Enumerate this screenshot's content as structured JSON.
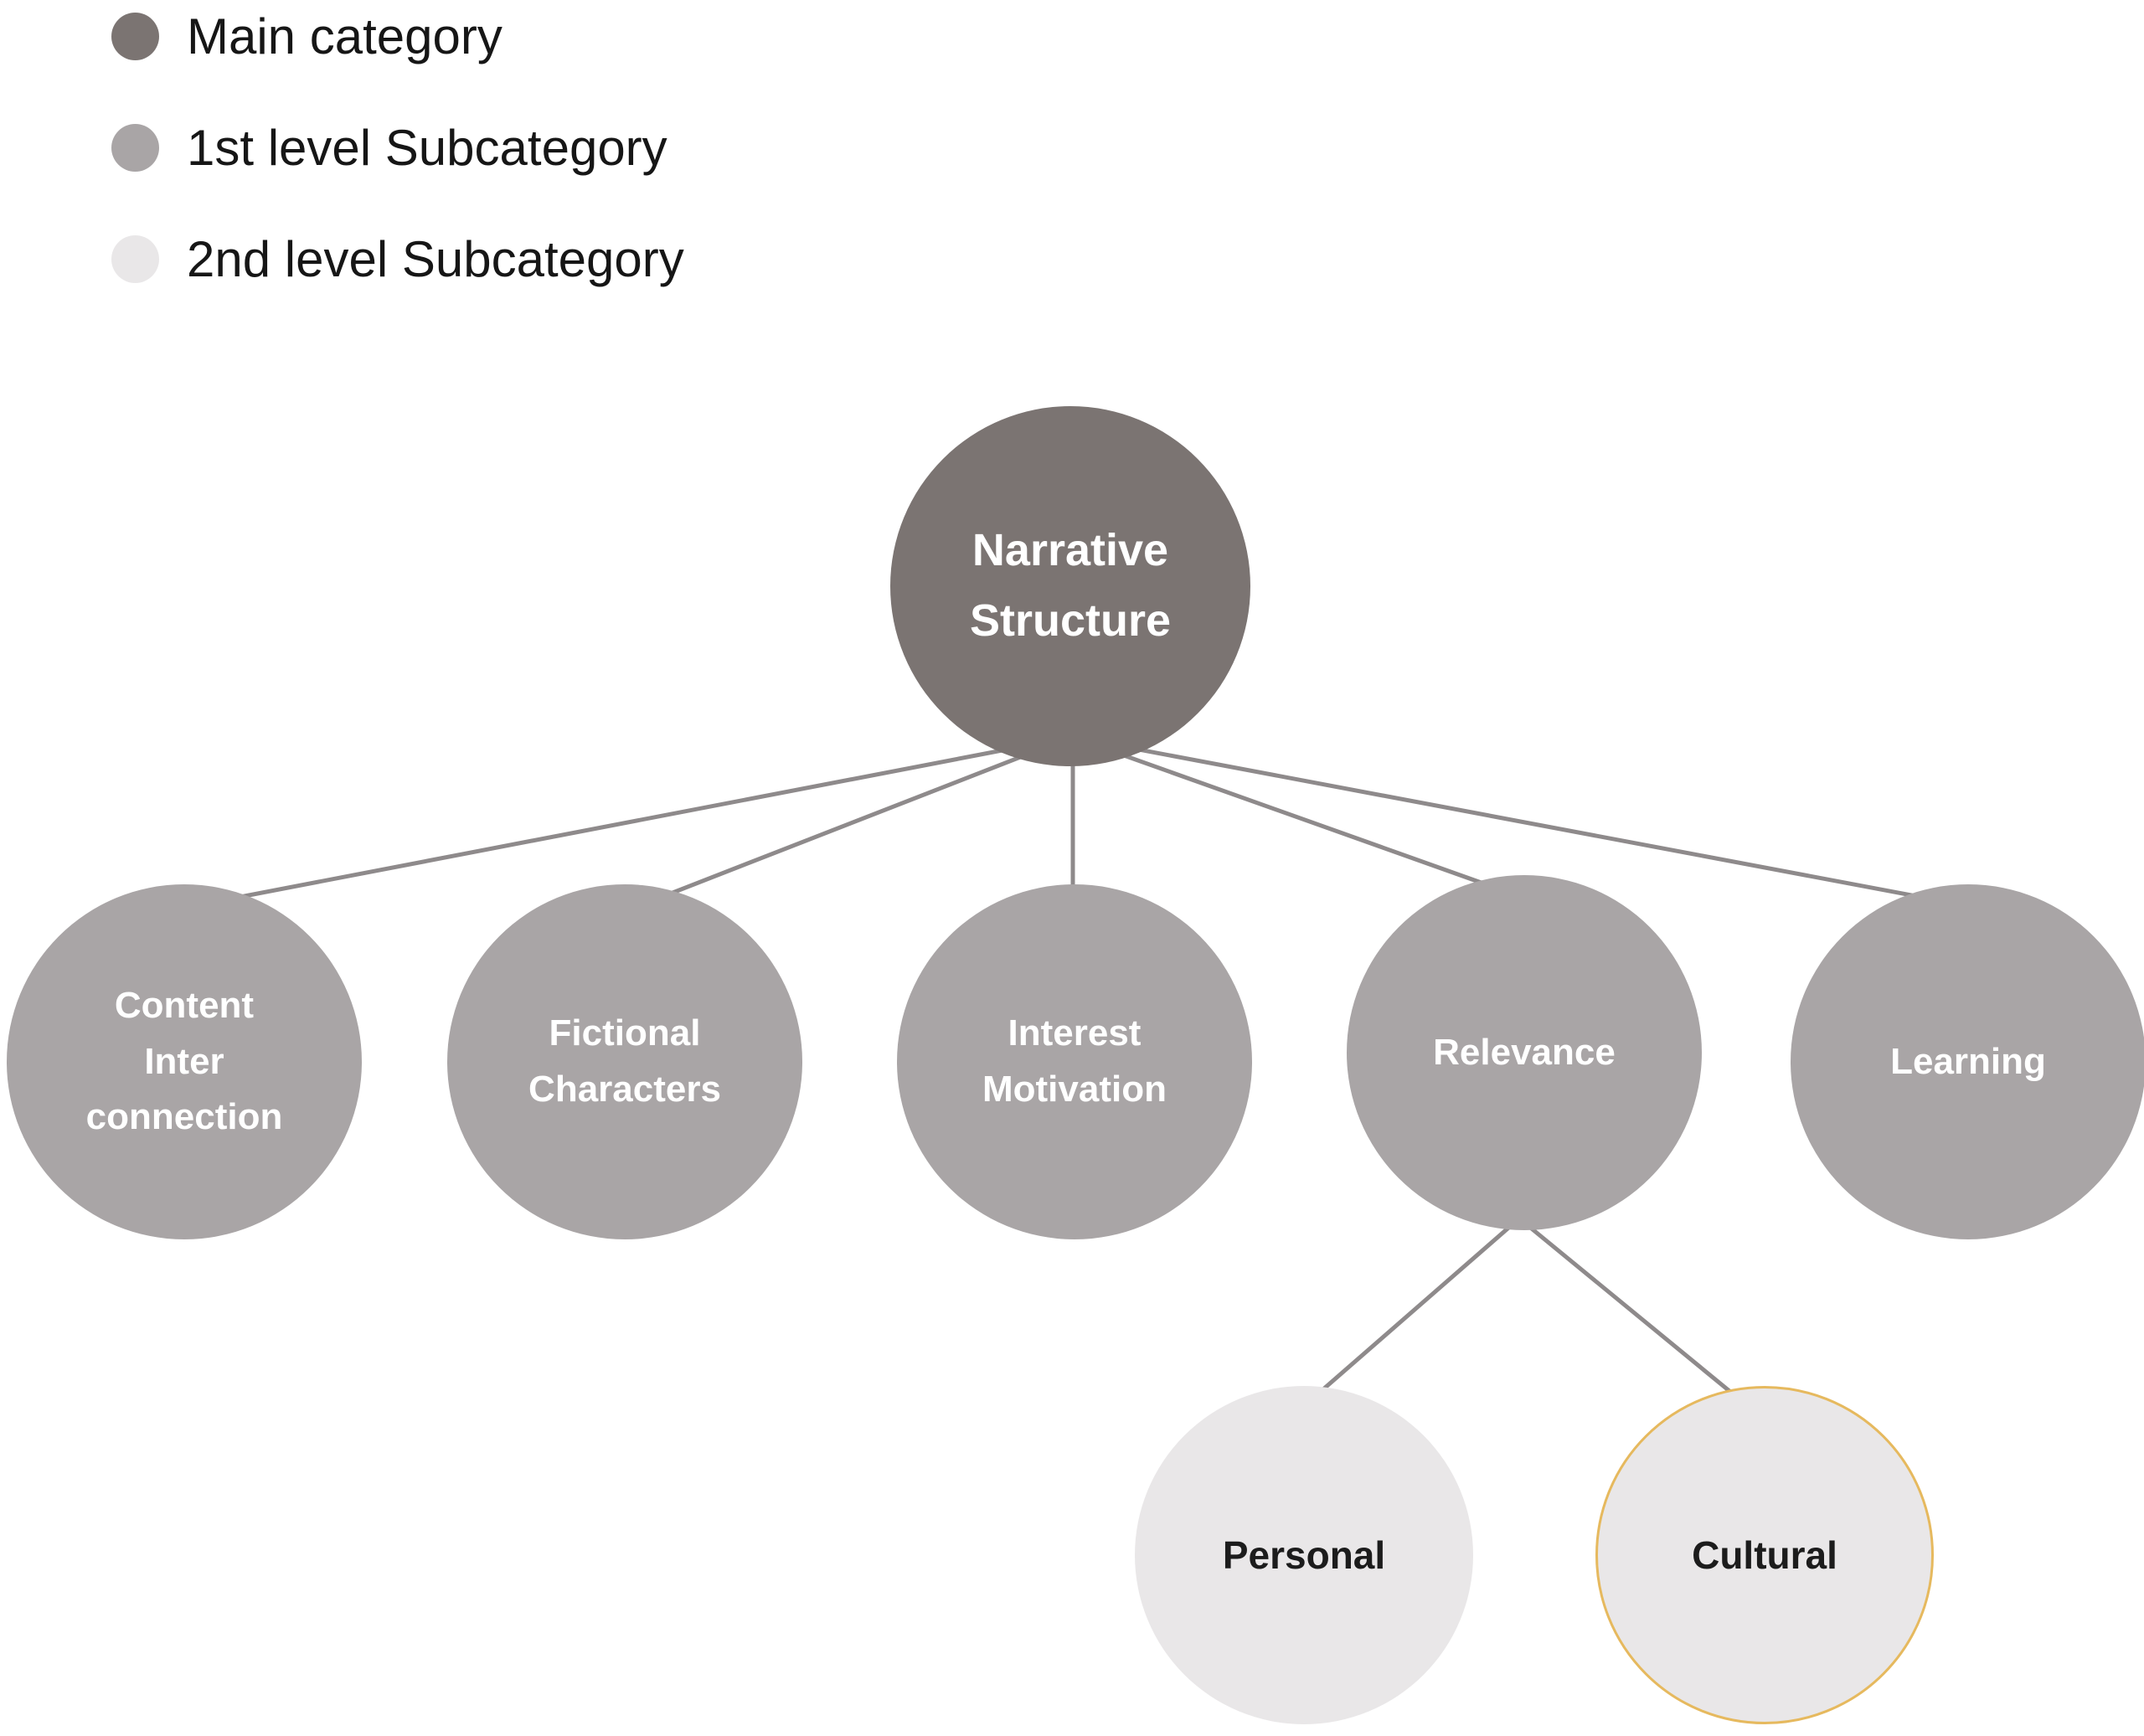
{
  "figure": {
    "type": "category-tree-diagram",
    "background": "#ffffff"
  },
  "legend": {
    "items": [
      {
        "label": "Main category",
        "level": "main"
      },
      {
        "label": "1st level Subcategory",
        "level": "sub1"
      },
      {
        "label": "2nd level Subcategory",
        "level": "sub2"
      }
    ]
  },
  "nodes": {
    "root": {
      "label": "Narrative\nStructure",
      "level": "main"
    },
    "children": [
      {
        "label": "Content\nInter\nconnection",
        "level": "sub1"
      },
      {
        "label": "Fictional\nCharacters",
        "level": "sub1"
      },
      {
        "label": "Interest\nMotivation",
        "level": "sub1"
      },
      {
        "label": "Relevance",
        "level": "sub1"
      },
      {
        "label": "Learning",
        "level": "sub1"
      }
    ],
    "grandchildren": [
      {
        "label": "Personal",
        "level": "sub2",
        "outlined": false
      },
      {
        "label": "Cultural",
        "level": "sub2",
        "outlined": true
      }
    ]
  },
  "colors": {
    "main_category": "#7b7472",
    "sub1_category": "#a9a5a6",
    "sub2_category": "#e9e7e8",
    "connector": "#8e8a8b",
    "cultural_outline": "#e6b95e",
    "node_text_light": "#ffffff",
    "node_text_dark": "#1c1c1c"
  }
}
